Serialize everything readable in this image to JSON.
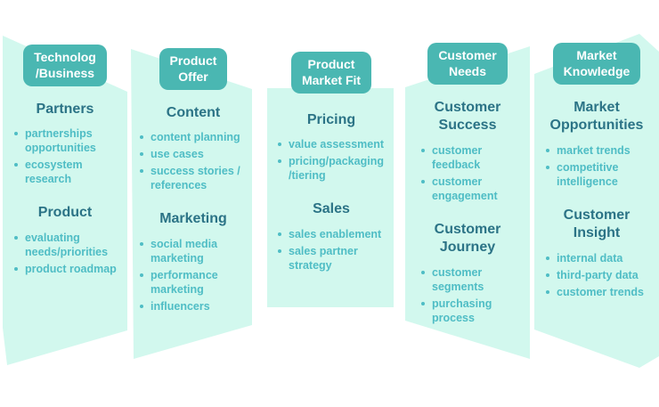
{
  "diagram_type": "five-ribbon strategy banner diagram",
  "colors": {
    "background": "#ffffff",
    "ribbon_fill": "#d2f8ee",
    "badge_fill": "#4ab7b2",
    "badge_text": "#ffffff",
    "heading_text": "#2b7386",
    "bullet_text": "#4fbdc5"
  },
  "columns": [
    {
      "badge_lines": [
        "Technolog",
        "/Business"
      ],
      "sections": [
        {
          "heading": "Partners",
          "bullets": [
            "partnerships opportunities",
            "ecosystem research"
          ]
        },
        {
          "heading": "Product",
          "bullets": [
            "evaluating needs/priorities",
            "product roadmap"
          ]
        }
      ]
    },
    {
      "badge_lines": [
        "Product",
        "Offer"
      ],
      "sections": [
        {
          "heading": "Content",
          "bullets": [
            "content planning",
            "use cases",
            "success stories / references"
          ]
        },
        {
          "heading": "Marketing",
          "bullets": [
            "social media marketing",
            "performance marketing",
            "influencers"
          ]
        }
      ]
    },
    {
      "badge_lines": [
        "Product",
        "Market Fit"
      ],
      "sections": [
        {
          "heading": "Pricing",
          "bullets": [
            "value assessment",
            "pricing/packaging/tiering"
          ]
        },
        {
          "heading": "Sales",
          "bullets": [
            "sales enablement",
            "sales partner strategy"
          ]
        }
      ]
    },
    {
      "badge_lines": [
        "Customer",
        "Needs"
      ],
      "sections": [
        {
          "heading": "Customer Success",
          "bullets": [
            "customer feedback",
            "customer engagement"
          ]
        },
        {
          "heading": "Customer Journey",
          "bullets": [
            "customer segments",
            "purchasing process"
          ]
        }
      ]
    },
    {
      "badge_lines": [
        "Market",
        "Knowledge"
      ],
      "sections": [
        {
          "heading": "Market Opportunities",
          "bullets": [
            "market trends",
            "competitive intelligence"
          ]
        },
        {
          "heading": "Customer Insight",
          "bullets": [
            "internal data",
            "third-party data",
            "customer trends"
          ]
        }
      ]
    }
  ]
}
